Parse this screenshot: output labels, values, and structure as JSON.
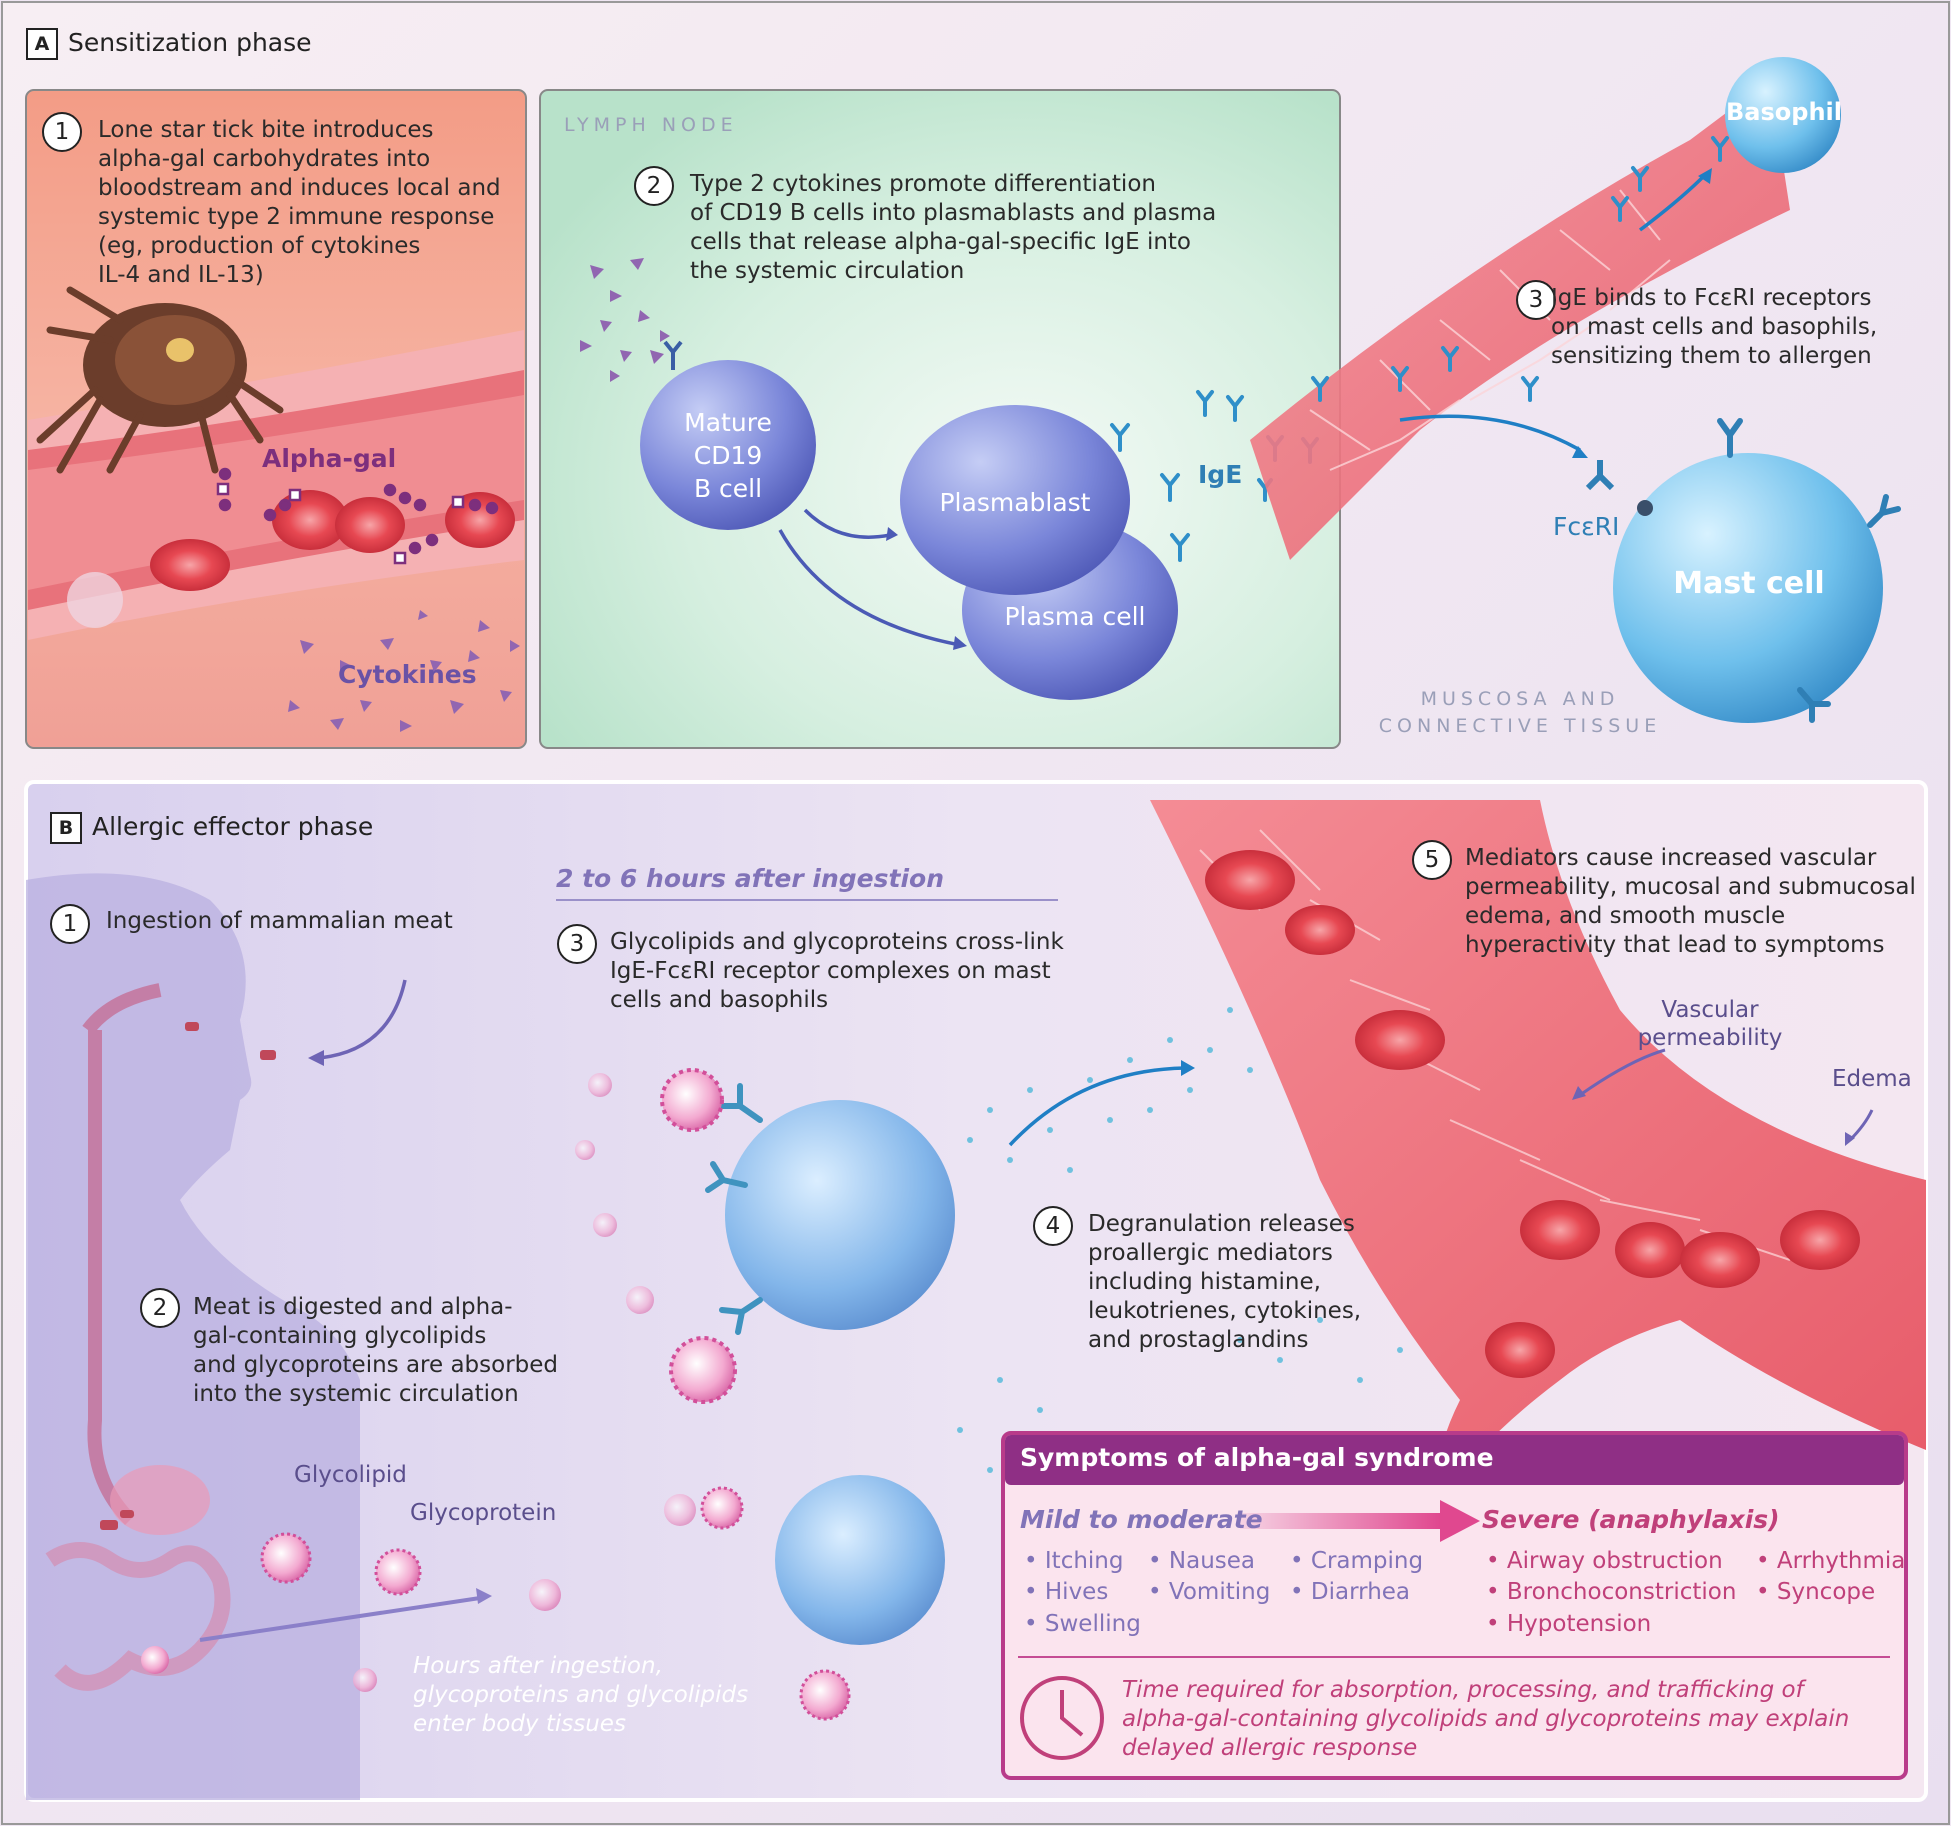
{
  "panel_a": {
    "letter": "A",
    "title": "Sensitization phase",
    "step1": {
      "num": "1",
      "text": "Lone star tick bite introduces\nalpha-gal carbohydrates into\nbloodstream and induces local and\nsystemic type 2 immune response\n(eg, production of cytokines\nIL-4 and IL-13)"
    },
    "step2": {
      "num": "2",
      "text": "Type 2 cytokines promote differentiation\nof CD19 B cells into plasmablasts and plasma\ncells that release alpha-gal-specific IgE into\nthe systemic circulation"
    },
    "step3": {
      "num": "3",
      "text": "IgE binds to FcεRI receptors\non mast cells and basophils,\nsensitizing them to allergen"
    },
    "labels": {
      "alpha_gal": "Alpha-gal",
      "cytokines": "Cytokines",
      "lymph_node": "LYMPH NODE",
      "mature_b": "Mature\nCD19\nB cell",
      "plasmablast": "Plasmablast",
      "plasma_cell": "Plasma cell",
      "ige": "IgE",
      "fceri": "FcεRI",
      "basophil": "Basophil",
      "mast_cell": "Mast cell",
      "mucosa": "MUSCOSA AND\nCONNECTIVE TISSUE"
    }
  },
  "panel_b": {
    "letter": "B",
    "title": "Allergic effector phase",
    "timing": "2 to 6 hours after ingestion",
    "step1": {
      "num": "1",
      "text": "Ingestion of mammalian meat"
    },
    "step2": {
      "num": "2",
      "text": "Meat is digested and alpha-\ngal-containing glycolipids\nand glycoproteins are absorbed\ninto the systemic circulation"
    },
    "step3": {
      "num": "3",
      "text": "Glycolipids and glycoproteins cross-link\nIgE-FcεRI receptor complexes on mast\ncells and basophils"
    },
    "step4": {
      "num": "4",
      "text": "Degranulation releases\nproallergic mediators\nincluding histamine,\nleukotrienes, cytokines,\nand prostaglandins"
    },
    "step5": {
      "num": "5",
      "text": "Mediators cause increased vascular\npermeability, mucosal and submucosal\nedema, and smooth muscle\nhyperactivity that lead to symptoms"
    },
    "labels": {
      "glycolipid": "Glycolipid",
      "glycoprotein": "Glycoprotein",
      "hours_after": "Hours after ingestion,\nglycoproteins and glycolipids\nenter body tissues",
      "vascular": "Vascular\npermeability",
      "edema": "Edema"
    },
    "symptoms": {
      "title": "Symptoms of alpha-gal syndrome",
      "mild_label": "Mild to moderate",
      "severe_label": "Severe (anaphylaxis)",
      "mild": [
        "Itching",
        "Nausea",
        "Cramping",
        "Hives",
        "Vomiting",
        "Diarrhea",
        "Swelling"
      ],
      "severe": [
        "Airway obstruction",
        "Arrhythmia",
        "Bronchoconstriction",
        "Syncope",
        "Hypotension"
      ],
      "note": "Time required for absorption, processing, and trafficking of\nalpha-gal-containing glycolipids and glycoproteins may explain\ndelayed allergic response"
    }
  }
}
